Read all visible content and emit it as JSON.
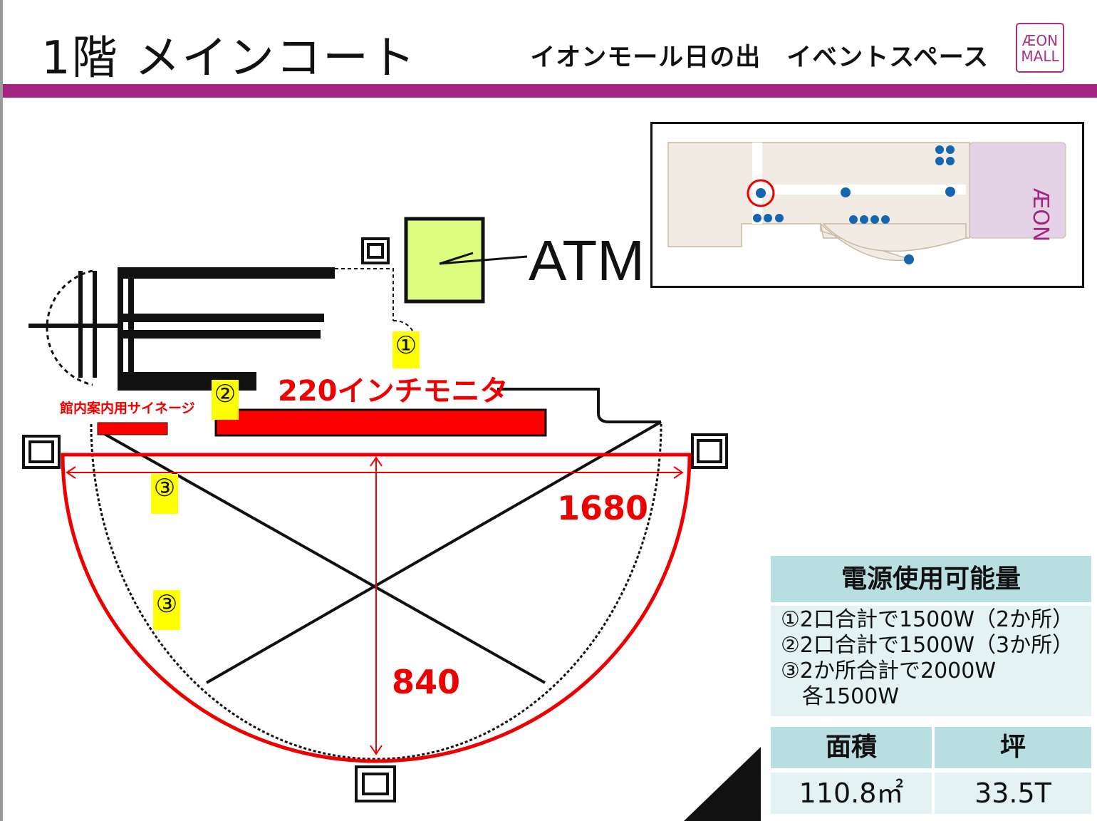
{
  "header": {
    "title": "1階 メインコート",
    "subtitle": "イオンモール日の出　イベントスペース",
    "logo_text": [
      "ÆON",
      "MALL"
    ],
    "accent_color": "#a3257f"
  },
  "plan": {
    "atm_label": "ATM",
    "monitor_label": "220インチモニタ",
    "signage_label": "館内案内用サイネージ",
    "width_label": "1680",
    "depth_label": "840",
    "markers": [
      "①",
      "②",
      "③",
      "③"
    ],
    "event_area_color": "#ee0000"
  },
  "minimap": {
    "anchor_label": "ÆON",
    "highlight_icon": "escalator-icon"
  },
  "power": {
    "header": "電源使用可能量",
    "lines": [
      "①2口合計で1500W（2か所）",
      "②2口合計で1500W（3か所）",
      "③2か所合計で2000W",
      "　各1500W"
    ]
  },
  "size": {
    "area_header": "面積",
    "tsubo_header": "坪",
    "area_value": "110.8㎡",
    "tsubo_value": "33.5T"
  }
}
